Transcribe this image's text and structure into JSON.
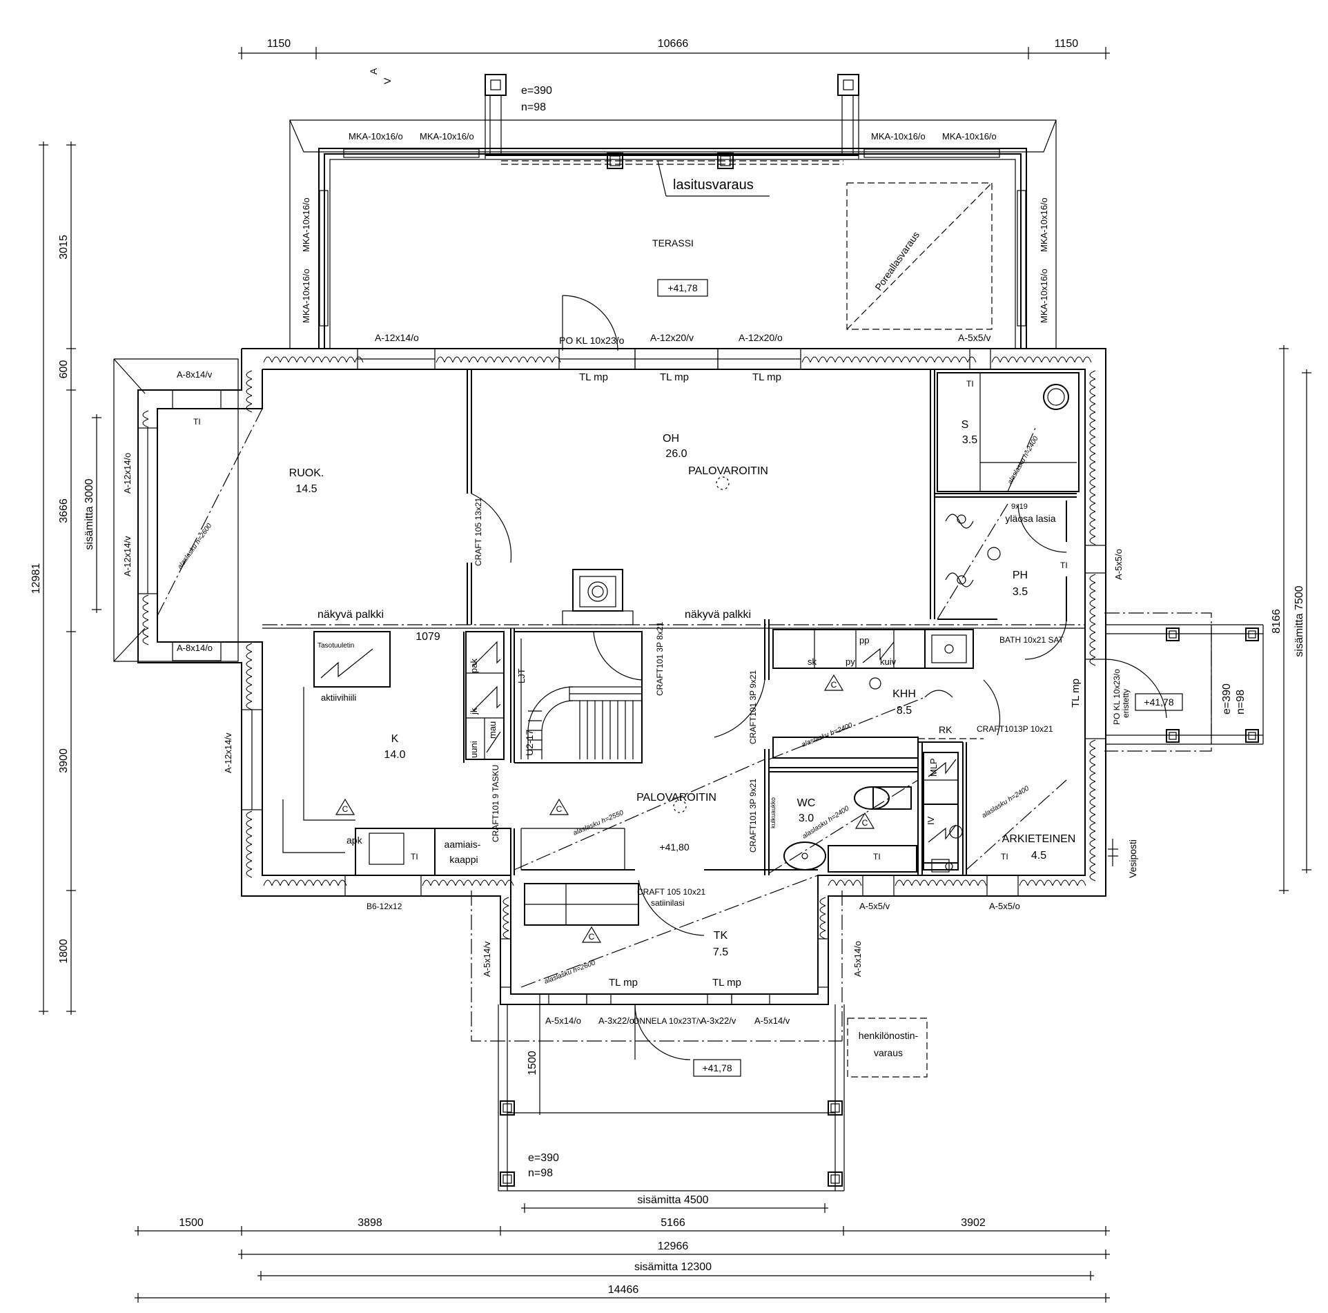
{
  "dimensions": {
    "top": [
      "1150",
      "10666",
      "1150"
    ],
    "left": [
      "12981",
      "3015",
      "600",
      "3666",
      "3900",
      "1800"
    ],
    "left_inner": "sisämitta 3000",
    "right_outer": "8166",
    "right_inner": "sisämitta 7500",
    "bottom_row1": [
      "1500",
      "3898",
      "5166",
      "3902"
    ],
    "bottom_inner_entry": "sisämitta 4500",
    "bottom_total_outer": "12966",
    "bottom_inner_total": "sisämitta 12300",
    "bottom_total": "14466",
    "kitchen_offset": "1079",
    "entry_depth": "1500"
  },
  "north_marker": {
    "a": "A",
    "v": "V"
  },
  "rooms": {
    "terrace": {
      "name": "TERASSI",
      "level": "+41,78"
    },
    "living": {
      "name": "OH",
      "area": "26.0"
    },
    "dining": {
      "name": "RUOK.",
      "area": "14.5"
    },
    "kitchen": {
      "name": "K",
      "area": "14.0"
    },
    "sauna": {
      "name": "S",
      "area": "3.5"
    },
    "washroom": {
      "name": "PH",
      "area": "3.5"
    },
    "utility": {
      "name": "KHH",
      "area": "8.5"
    },
    "wc": {
      "name": "WC",
      "area": "3.0"
    },
    "entry_hall": {
      "name": "TK",
      "area": "7.5"
    },
    "back_entry": {
      "name": "ARKIETEINEN",
      "area": "4.5"
    }
  },
  "labels": {
    "glazing": "lasitusvaraus",
    "hot_tub": "Poreallasvaraus",
    "smoke_detector_1": "PALOVAROITIN",
    "smoke_detector_2": "PALOVAROITIN",
    "visible_beam_1": "näkyvä palkki",
    "visible_beam_2": "näkyvä palkki",
    "tasotuuletin": "Tasotuuletin",
    "aktiivihiili": "aktiivihiili",
    "apk": "apk",
    "breakfast_cab_1": "aamiais-",
    "breakfast_cab_2": "kaappi",
    "upper_glass": "yläosa lasia",
    "door_9x19": "9x19",
    "stairs": "U2-17",
    "lift_reserve_1": "henkilönostin-",
    "lift_reserve_2": "varaus",
    "water_post": "Vesiposti",
    "rk": "RK",
    "mlp": "MLP",
    "iv": "IV",
    "kulkuaukko": "kulkuaukko",
    "floor_level_interior": "+41,80",
    "floor_level_back": "+41,78",
    "floor_level_entry": "+41,78",
    "ti": "TI",
    "c": "C"
  },
  "porches": {
    "terrace": {
      "e": "e=390",
      "n": "n=98"
    },
    "entry": {
      "e": "e=390",
      "n": "n=98"
    },
    "back": {
      "e": "e=390",
      "n": "n=98"
    }
  },
  "cabinets": {
    "pak": "pak",
    "jk": "jk",
    "uuni": "uuni",
    "mau": "mau",
    "ljt": "LJT",
    "pp": "pp",
    "sk": "sk",
    "py": "py",
    "kuiv": "kuiv"
  },
  "ceilings": {
    "dining": "alaslasku h=2600",
    "sauna": "alaslasku h=2400",
    "kitchen": "alaslasku h=2550",
    "utility": "alaslasku h=2400",
    "wc": "alaslasku h=2400",
    "back_entry": "alaslasku h=2400",
    "entry": "alaslasku h=2600"
  },
  "doors": {
    "terrace": "PO KL 10x23/o",
    "living": "CRAFT 105 13x21",
    "stairs": "CRAFT101 3P 8x21",
    "utility": "CRAFT101 3P 9x21",
    "kitchen": "CRAFT101 9 TASKU",
    "wc": "CRAFT101 3P 9x21",
    "utility_back": "CRAFT1013P 10x21",
    "bath": "BATH 10x21 SAT",
    "back": "PO KL 10x23/o",
    "back_sub": "eristetty",
    "entry_inner": "CRAFT 105 10x21",
    "entry_inner_sub": "satiinilasi",
    "entry_outer": "ONNELA 10x23T/v"
  },
  "windows": {
    "mka": "MKA-10x16/o",
    "terrace_left": "A-12x14/o",
    "terrace_mid1": "A-12x20/v",
    "terrace_mid2": "A-12x20/o",
    "terrace_right": "A-5x5/v",
    "tl_mp": "TL mp",
    "bay_top": "A-8x14/v",
    "bay_bottom": "A-8x14/o",
    "bay_side_1": "A-12x14/o",
    "bay_side_2": "A-12x14/v",
    "kitchen_west": "A-12x14/v",
    "ph_east": "A-5x5/o",
    "kitchen_south": "B6-12x12",
    "wc_south": "A-5x5/v",
    "back_south": "A-5x5/o",
    "entry_west": "A-5x14/v",
    "entry_east": "A-5x14/o",
    "entry_s1": "A-5x14/o",
    "entry_s2": "A-3x22/o",
    "entry_s3": "A-3x22/v",
    "entry_s4": "A-5x14/v"
  }
}
